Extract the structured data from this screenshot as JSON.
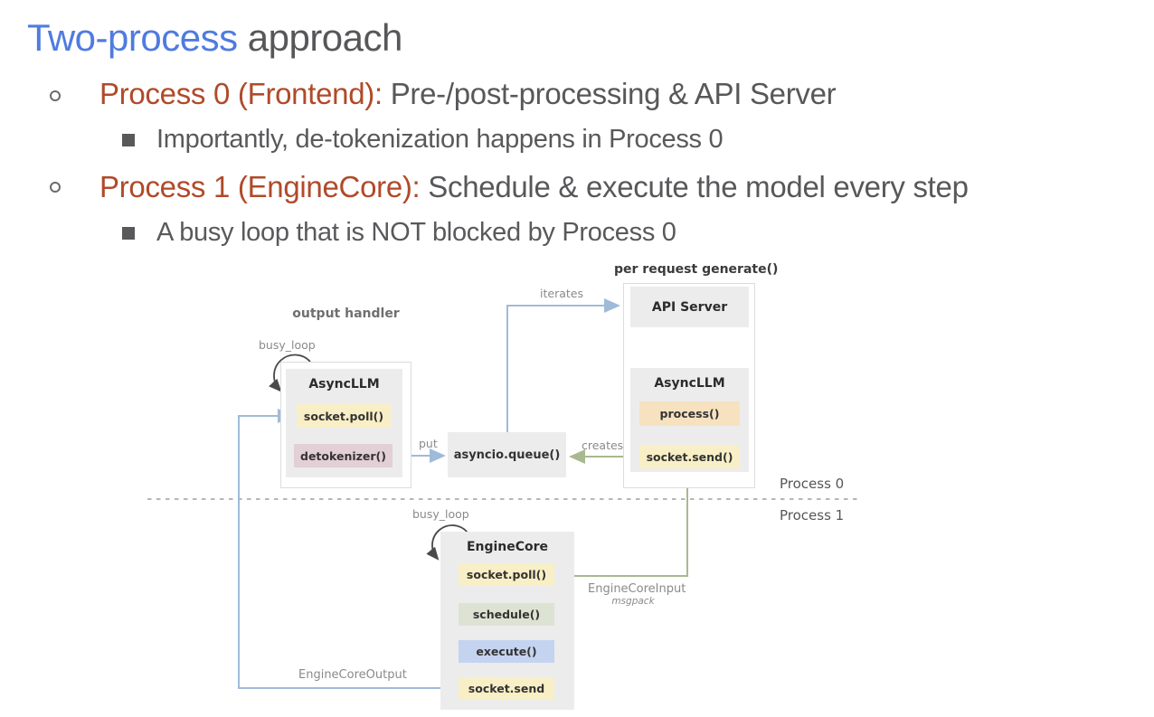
{
  "slide": {
    "title": {
      "highlight": "Two-process",
      "rest": " approach"
    },
    "bullets": [
      {
        "lead": "Process 0 (Frontend):",
        "rest": " Pre-/post-processing & API Server",
        "sub": "Importantly, de-tokenization happens in Process 0"
      },
      {
        "lead": "Process 1 (EngineCore):",
        "rest": " Schedule & execute the model every step",
        "sub": "A busy loop that is NOT blocked by Process 0"
      }
    ]
  },
  "diagram": {
    "output_handler_label": "output handler",
    "busy_loop_top_label": "busy_loop",
    "busy_loop_bottom_label": "busy_loop",
    "per_request_label": "per request generate()",
    "async_llm_left": {
      "title": "AsyncLLM",
      "method_poll": "socket.poll()",
      "method_detok": "detokenizer()"
    },
    "queue_label": "asyncio.queue()",
    "api_server_title": "API Server",
    "async_llm_right": {
      "title": "AsyncLLM",
      "method_process": "process()",
      "method_send": "socket.send()"
    },
    "engine_core": {
      "title": "EngineCore",
      "method_poll": "socket.poll()",
      "method_schedule": "schedule()",
      "method_execute": "execute()",
      "method_send": "socket.send"
    },
    "edge_labels": {
      "iterates": "iterates",
      "put": "put",
      "creates": "creates",
      "engine_core_input": "EngineCoreInput",
      "msgpack": "msgpack",
      "engine_core_output": "EngineCoreOutput"
    },
    "process0_label": "Process 0",
    "process1_label": "Process 1",
    "colors": {
      "title_blue": "#507be0",
      "lead_red": "#b04a29",
      "body_gray": "#58585b",
      "panel_gray": "#ececec",
      "method_yellow": "#f9efc6",
      "method_pink": "#e3cfd6",
      "method_peach": "#f7e2c0",
      "method_sage": "#dde3d3",
      "method_periwinkle": "#c3d3f0",
      "arrow_blue": "#9fbbd9",
      "arrow_green": "#a9b88f",
      "separator_gray": "#9e9e9e"
    }
  }
}
